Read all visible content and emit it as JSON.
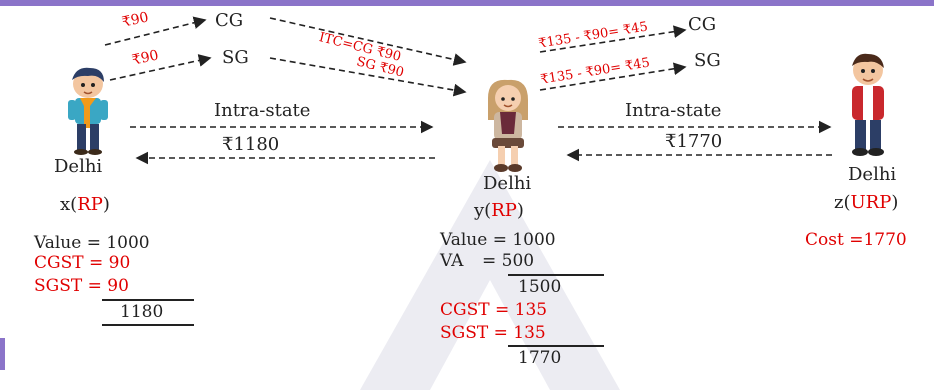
{
  "arrows": {
    "x_cg_amount": "₹90",
    "x_sg_amount": "₹90",
    "cg": "CG",
    "sg": "SG",
    "itc_line1": "ITC=CG ₹90",
    "itc_line2": "SG ₹90",
    "y_cg_amount": "₹135 - ₹90= ₹45",
    "y_sg_amount": "₹135 - ₹90= ₹45",
    "y_cg": "CG",
    "y_sg": "SG",
    "intra_state_1": "Intra-state",
    "amount_1": "₹1180",
    "intra_state_2": "Intra-state",
    "amount_2": "₹1770"
  },
  "x": {
    "city": "Delhi",
    "name_prefix": "x(",
    "status": "RP",
    "name_suffix": ")",
    "value_line": "Value = 1000",
    "cgst_line": "CGST = 90",
    "sgst_line": "SGST = 90",
    "total": "1180"
  },
  "y": {
    "city": "Delhi",
    "name_prefix": "y(",
    "status": "RP",
    "name_suffix": ")",
    "value_line": "Value = 1000",
    "va_label": "VA",
    "va_value": "= 500",
    "subtotal": "1500",
    "cgst_line": "CGST = 135",
    "sgst_line": "SGST = 135",
    "total": "1770"
  },
  "z": {
    "city": "Delhi",
    "name_prefix": "z(",
    "status": "URP",
    "name_suffix": ")",
    "cost_line": "Cost =1770"
  },
  "colors": {
    "accent": "#8b74c9",
    "highlight": "#e00000",
    "text": "#222222"
  }
}
